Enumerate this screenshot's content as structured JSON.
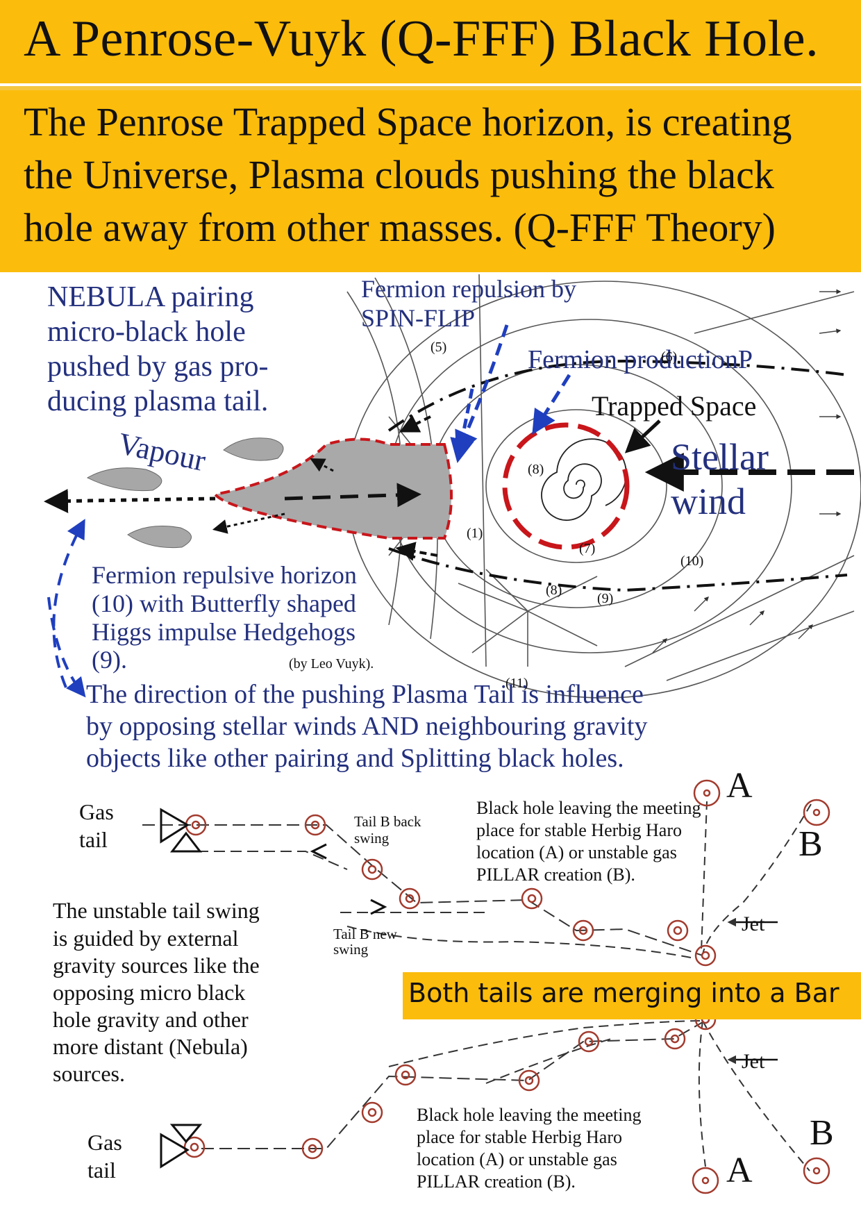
{
  "header": {
    "title": "A Penrose-Vuyk (Q-FFF) Black Hole.",
    "subtitle_lines": [
      "The Penrose Trapped Space horizon, is creating",
      "the Universe, Plasma clouds pushing the black",
      "hole away from other masses. (Q-FFF Theory)"
    ]
  },
  "upper": {
    "nebula_lines": [
      "NEBULA pairing",
      "micro-black hole",
      "pushed by gas pro-",
      "ducing plasma tail."
    ],
    "fermion_repulsion": [
      "Fermion repulsion by",
      "SPIN-FLIP"
    ],
    "fermion_production": "Fermion productionP",
    "trapped_space": "Trapped Space",
    "stellar_wind": [
      "Stellar",
      "wind"
    ],
    "vapour": "Vapour",
    "repulsive_lines": [
      "Fermion repulsive horizon",
      "(10) with Butterfly shaped",
      "Higgs impulse Hedgehogs",
      "(9)."
    ],
    "credit": "(by Leo Vuyk).",
    "direction_lines": [
      "The direction of  the pushing Plasma Tail is influence",
      "by opposing stellar winds AND neighbouring gravity",
      "objects like other pairing and Splitting black holes."
    ],
    "markers": [
      "(5)",
      "(6)",
      "(8)",
      "(7)",
      "(10)",
      "(8)",
      "(9)",
      "(11)",
      "(1)"
    ]
  },
  "lower": {
    "gas_tail_top": [
      "Gas",
      "tail"
    ],
    "gas_tail_bottom": [
      "Gas",
      "tail"
    ],
    "tail_b_back": [
      "Tail B back",
      "swing"
    ],
    "tail_b_new": [
      "Tail B new",
      "swing"
    ],
    "leaving_top": [
      "Black hole leaving the meeting",
      "place for stable Herbig Haro",
      "location (A) or unstable gas",
      "PILLAR creation (B)."
    ],
    "leaving_bottom": [
      "Black hole leaving the meeting",
      "place for stable Herbig Haro",
      "location (A) or unstable gas",
      "PILLAR creation (B)."
    ],
    "unstable_lines": [
      "The unstable tail swing",
      "is guided by external",
      "gravity sources like the",
      "opposing micro black",
      "hole gravity and other",
      "more distant (Nebula)",
      "sources."
    ],
    "jet": "Jet",
    "label_a": "A",
    "label_b": "B",
    "callout": "Both tails are merging into a Bar"
  }
}
